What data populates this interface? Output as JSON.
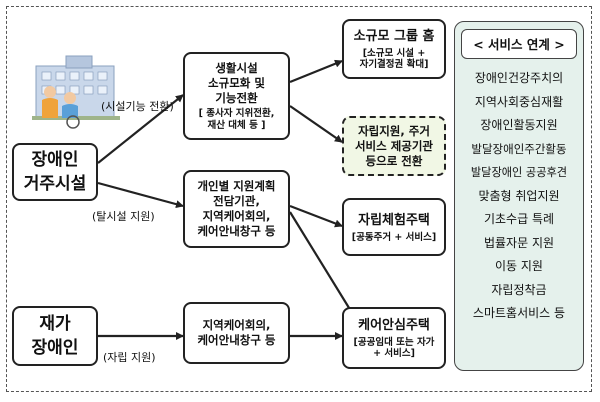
{
  "nodes": {
    "residential": {
      "lines": [
        "장애인",
        "거주시설"
      ]
    },
    "home": {
      "lines": [
        "재가",
        "장애인"
      ]
    },
    "downsize": {
      "lines": [
        "생활시설",
        "소규모화 및",
        "기능전환"
      ],
      "sub": [
        "[ 종사자 지위전환,",
        "재산 대체 등 ]"
      ]
    },
    "individual": {
      "lines": [
        "개인별 지원계획",
        "전담기관,",
        "지역케어회의,",
        "케어안내창구 등"
      ]
    },
    "care_meeting": {
      "lines": [
        "지역케어회의,",
        "케어안내창구 등"
      ]
    },
    "group_home": {
      "lines": [
        "소규모 그룹 홈"
      ],
      "sub": [
        "[소규모 시설 +",
        "자기결정권 확대]"
      ]
    },
    "independence_service": {
      "lines": [
        "자립지원, 주거",
        "서비스 제공기관",
        "등으로 전환"
      ]
    },
    "experience_house": {
      "lines": [
        "자립체험주택"
      ],
      "sub": [
        "[공동주거 + 서비스]"
      ]
    },
    "care_house": {
      "lines": [
        "케어안심주택"
      ],
      "sub": [
        "[공공임대 또는 자가",
        "+ 서비스]"
      ]
    }
  },
  "edge_labels": {
    "function_transition": "(시설기능 전환)",
    "deinstitution": "(탈시설 지원)",
    "independence": "(자립 지원)"
  },
  "services": {
    "title": "< 서비스 연계 >",
    "items": [
      "장애인건강주치의",
      "지역사회중심재활",
      "장애인활동지원",
      "발달장애인주간활동",
      "발달장애인 공공후견",
      "맞춤형 취업지원",
      "기초수급 특례",
      "법률자문 지원",
      "이동 지원",
      "자립정착금",
      "스마트홈서비스 등"
    ]
  },
  "colors": {
    "border": "#222222",
    "service_bg": "#e5f1ec",
    "transition_bg": "#f1f7e5"
  }
}
